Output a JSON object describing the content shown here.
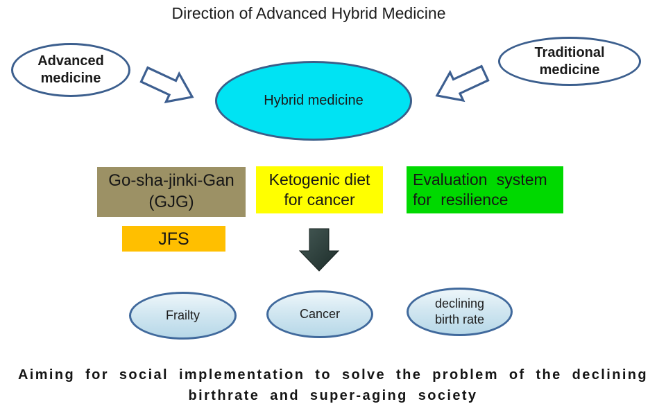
{
  "title": "Direction of Advanced Hybrid Medicine",
  "ellipses": {
    "advanced": {
      "line1": "Advanced",
      "line2": "medicine"
    },
    "traditional": {
      "line1": "Traditional",
      "line2": "medicine"
    },
    "hybrid": {
      "label": "Hybrid medicine"
    }
  },
  "program_boxes": {
    "gjg": {
      "line1": "Go-sha-jinki-Gan",
      "line2": "(GJG)",
      "color": "#9c9165"
    },
    "ketogenic": {
      "line1": "Ketogenic diet",
      "line2": "for cancer",
      "color": "#ffff00"
    },
    "evaluation": {
      "line1": "Evaluation system",
      "line2": "for resilience",
      "color": "#00d900"
    },
    "jfs": {
      "label": "JFS",
      "color": "#ffbf00"
    }
  },
  "outcome_ellipses": {
    "frailty": {
      "label": "Frailty"
    },
    "cancer": {
      "label": "Cancer"
    },
    "declining_birth_rate": {
      "line1": "declining",
      "line2": "birth rate"
    }
  },
  "footer": {
    "line1": "Aiming for social implementation to solve the problem of the declining",
    "line2": "birthrate and super-aging society"
  },
  "colors": {
    "hybrid_fill": "#00e3f3",
    "ellipse_border": "#3c5f8e",
    "outcome_fill_top": "#edf6fa",
    "outcome_fill_bottom": "#b7d8e8",
    "outcome_border": "#40699c",
    "gjg_fill": "#9c9165",
    "ketogenic_fill": "#ffff00",
    "evaluation_fill": "#00d900",
    "jfs_fill": "#ffbf00",
    "down_arrow_fill_dark": "#1d2d2a",
    "down_arrow_fill_light": "#445854",
    "block_arrow_border": "#3d5f90"
  }
}
